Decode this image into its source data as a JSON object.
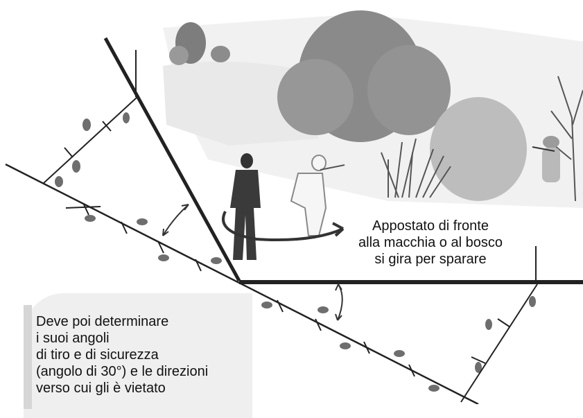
{
  "caption_right": {
    "line1": "Appostato di fronte",
    "line2": "alla macchia o al bosco",
    "line3": "si gira per sparare"
  },
  "note": {
    "line1": "Deve poi determinare",
    "line2": "i suoi angoli",
    "line3": "di tiro e di sicurezza",
    "line4": "(angolo di 30°) e le direzioni",
    "line5": "verso cui gli è vietato"
  },
  "colors": {
    "line": "#222222",
    "arrow": "#333333",
    "note_bg": "#efefef",
    "note_bar": "#d6d6d6",
    "vegetation": "#6b6b6b"
  }
}
